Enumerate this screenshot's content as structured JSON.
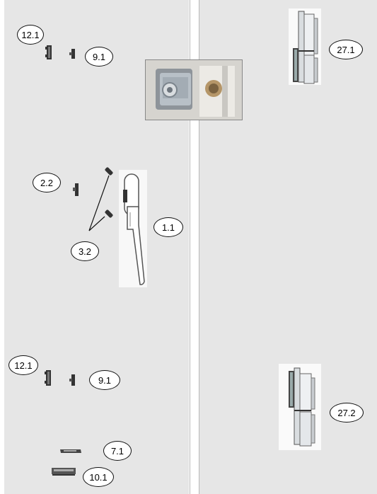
{
  "labels": {
    "top_left_lock": "12.1",
    "top_keeper": "9.1",
    "top_hinge": "27.1",
    "handle_keeper": "2.2",
    "handle_screws": "3.2",
    "handle": "1.1",
    "bottom_left_lock": "12.1",
    "bottom_keeper": "9.1",
    "bottom_hinge": "27.2",
    "strip_top": "7.1",
    "strip_bottom": "10.1"
  },
  "colors": {
    "panel": "#e6e6e6",
    "outline": "#111111",
    "metal": "#cfd4d8"
  }
}
